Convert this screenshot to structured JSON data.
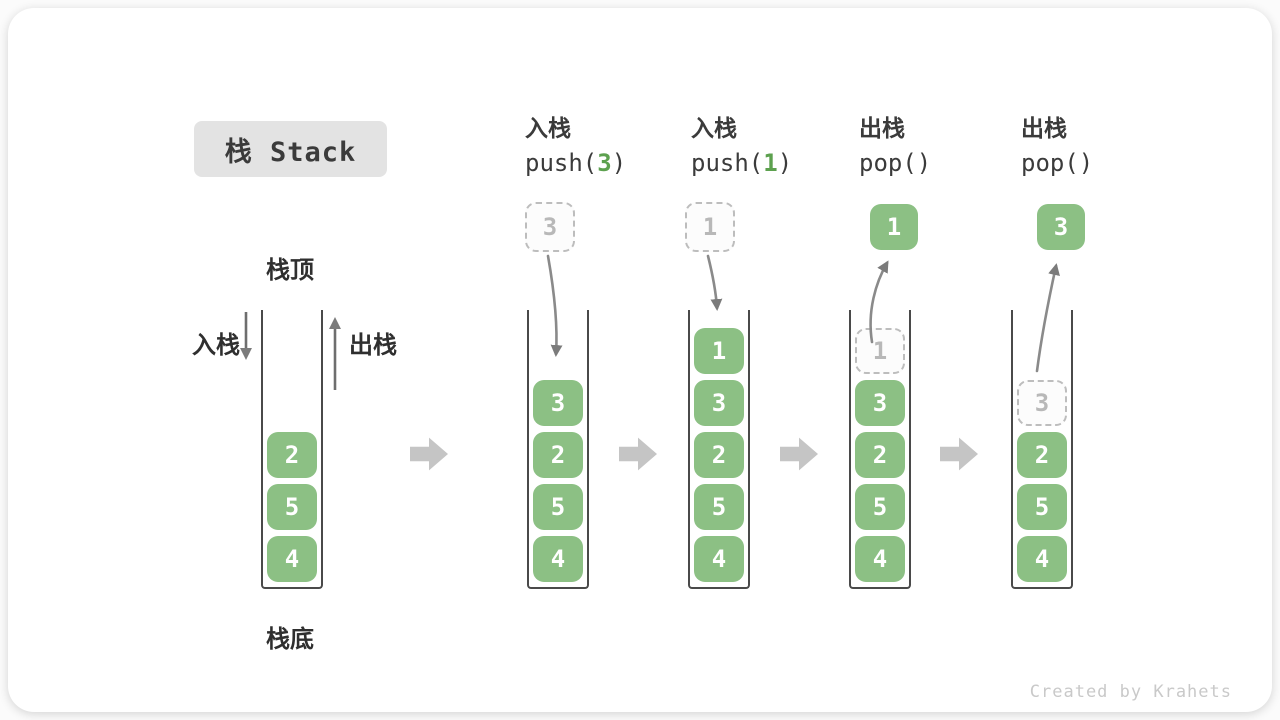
{
  "title": "栈 Stack",
  "labels": {
    "stack_top": "栈顶",
    "stack_bottom": "栈底",
    "push_side": "入栈",
    "pop_side": "出栈"
  },
  "ops": [
    {
      "label": "入栈",
      "code_pre": "push(",
      "code_arg": "3",
      "code_post": ")",
      "float_value": "3",
      "float_style": "dashed"
    },
    {
      "label": "入栈",
      "code_pre": "push(",
      "code_arg": "1",
      "code_post": ")",
      "float_value": "1",
      "float_style": "dashed"
    },
    {
      "label": "出栈",
      "code_pre": "pop(",
      "code_arg": "",
      "code_post": ")",
      "float_value": "1",
      "float_style": "solid"
    },
    {
      "label": "出栈",
      "code_pre": "pop(",
      "code_arg": "",
      "code_post": ")",
      "float_value": "3",
      "float_style": "solid"
    }
  ],
  "stacks": [
    {
      "cells": [
        {
          "v": "2",
          "t": "solid"
        },
        {
          "v": "5",
          "t": "solid"
        },
        {
          "v": "4",
          "t": "solid"
        }
      ]
    },
    {
      "cells": [
        {
          "v": "3",
          "t": "solid"
        },
        {
          "v": "2",
          "t": "solid"
        },
        {
          "v": "5",
          "t": "solid"
        },
        {
          "v": "4",
          "t": "solid"
        }
      ]
    },
    {
      "cells": [
        {
          "v": "1",
          "t": "solid"
        },
        {
          "v": "3",
          "t": "solid"
        },
        {
          "v": "2",
          "t": "solid"
        },
        {
          "v": "5",
          "t": "solid"
        },
        {
          "v": "4",
          "t": "solid"
        }
      ]
    },
    {
      "cells": [
        {
          "v": "1",
          "t": "dashed"
        },
        {
          "v": "3",
          "t": "solid"
        },
        {
          "v": "2",
          "t": "solid"
        },
        {
          "v": "5",
          "t": "solid"
        },
        {
          "v": "4",
          "t": "solid"
        }
      ]
    },
    {
      "cells": [
        {
          "v": "3",
          "t": "dashed"
        },
        {
          "v": "2",
          "t": "solid"
        },
        {
          "v": "5",
          "t": "solid"
        },
        {
          "v": "4",
          "t": "solid"
        }
      ]
    }
  ],
  "watermark": "Created by Krahets",
  "colors": {
    "green": "#8CC084",
    "green_arg": "#5DA14F",
    "text_dark": "#3B3B3B",
    "dashed_border": "#BDBDBD",
    "dashed_text": "#B8B8B8",
    "wall": "#4A4A4A",
    "arrow": "#7B7B7B",
    "block_arrow": "#C5C5C5",
    "title_bg": "#E3E3E3",
    "watermark": "#C9C9C9"
  }
}
